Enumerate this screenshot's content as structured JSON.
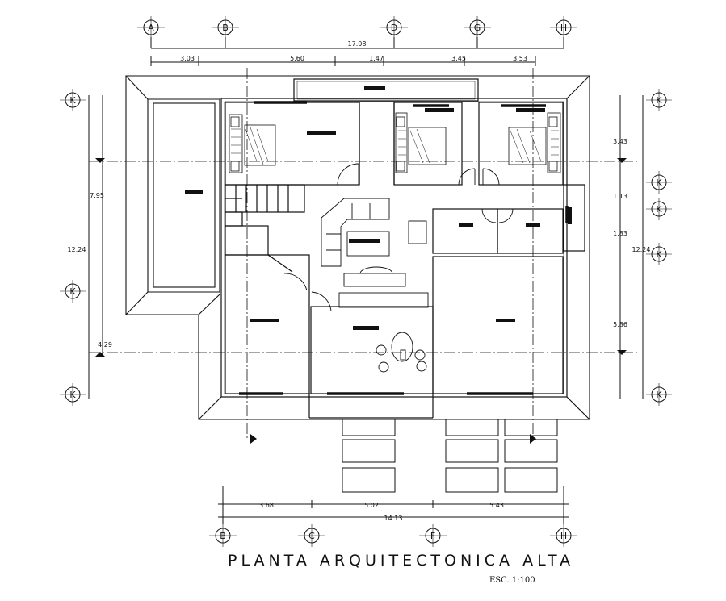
{
  "grid_top": [
    "A",
    "B",
    "D",
    "G",
    "H"
  ],
  "grid_bottom": [
    "B",
    "C",
    "F",
    "H"
  ],
  "grid_left": [
    "K",
    "K",
    "K"
  ],
  "grid_right": [
    "K",
    "K",
    "K",
    "K",
    "K"
  ],
  "dims_top_total": "17.08",
  "dims_top": [
    "3.03",
    "5.60",
    "1.47",
    "3.45",
    "3.53"
  ],
  "dims_bottom": [
    "3.68",
    "5.02",
    "5.43"
  ],
  "dims_bottom_total": "14.13",
  "dims_left_total": "12.24",
  "dims_left_partial": "7.95",
  "dims_left_small": "4.29",
  "dims_right": [
    "3.43",
    "1.13",
    "1.83",
    "5.86"
  ],
  "dims_right_total": "12.24",
  "title": "PLANTA ARQUITECTONICA ALTA",
  "scale": "ESC. 1:100"
}
